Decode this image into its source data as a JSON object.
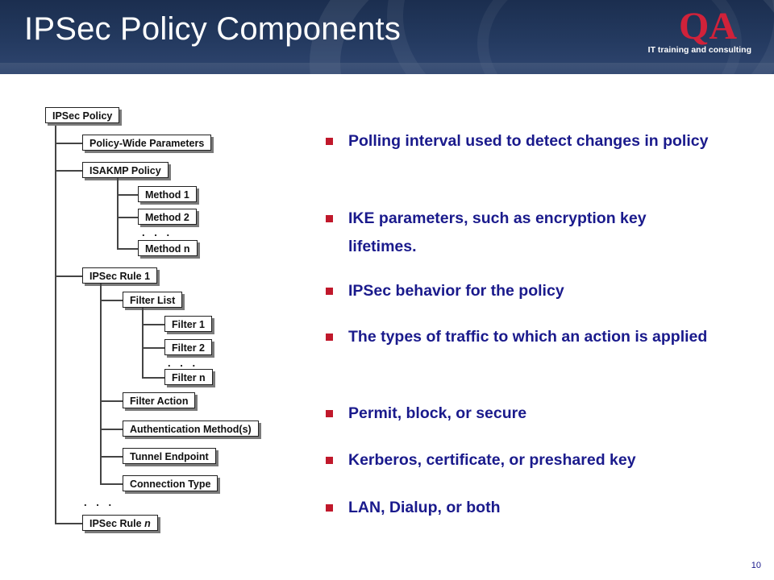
{
  "slide": {
    "title": "IPSec Policy Components",
    "page_number": "10",
    "accent_color": "#c0182b",
    "text_color": "#1a1a8c",
    "header_color": "#1b2e4f"
  },
  "logo": {
    "mark": "QA",
    "tagline": "IT training and consulting"
  },
  "tree": {
    "root": "IPSec Policy",
    "policy_wide": "Policy-Wide Parameters",
    "isakmp": "ISAKMP Policy",
    "method1": "Method 1",
    "method2": "Method 2",
    "methodn": "Method n",
    "rule1": "IPSec Rule 1",
    "filter_list": "Filter List",
    "filter1": "Filter 1",
    "filter2": "Filter 2",
    "filtern": "Filter n",
    "filter_action": "Filter Action",
    "auth_method": "Authentication Method(s)",
    "tunnel_endpoint": "Tunnel Endpoint",
    "connection_type": "Connection Type",
    "rulen": "IPSec Rule n",
    "ellipsis": ". . ."
  },
  "bullets": [
    "Polling interval used to detect changes in policy",
    "IKE parameters, such as encryption key lifetimes.",
    "IPSec behavior for the policy",
    "The types of traffic to which an action is applied",
    "Permit, block, or secure",
    "Kerberos, certificate, or preshared key",
    "LAN, Dialup, or both"
  ]
}
